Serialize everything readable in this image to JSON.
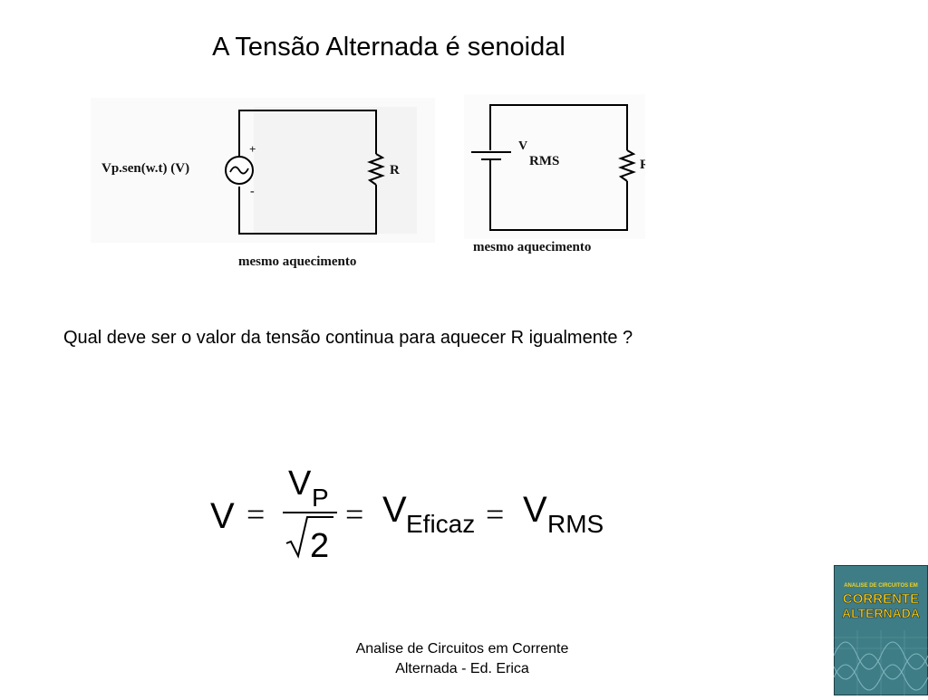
{
  "title": "A Tensão Alternada é senoidal",
  "circuit_ac": {
    "source_label": "Vp.sen(w.t) (V)",
    "plus": "+",
    "minus": "-",
    "resistor_label": "R",
    "caption": "mesmo aquecimento"
  },
  "circuit_dc": {
    "source_label_main": "V",
    "source_label_sub": "RMS",
    "resistor_label": "R",
    "caption": "mesmo aquecimento"
  },
  "question": "Qual deve ser o valor da tensão continua para aquecer  R igualmente ?",
  "formula": {
    "lhs": "V",
    "eq": "=",
    "num_main": "V",
    "num_sub": "P",
    "den": "2",
    "veficaz_main": "V",
    "veficaz_sub": "Eficaz",
    "vrms_main": "V",
    "vrms_sub": "RMS"
  },
  "footer": {
    "line1": "Analise de Circuitos em Corrente",
    "line2": "Alternada - Ed. Erica"
  },
  "book_cover": {
    "top_text": "ANALISE DE CIRCUITOS EM",
    "title1": "CORRENTE",
    "title2": "ALTERNADA",
    "colors": {
      "background": "#3f7d86",
      "title": "#f2d31b",
      "title_outline": "#2a2a2a"
    }
  }
}
